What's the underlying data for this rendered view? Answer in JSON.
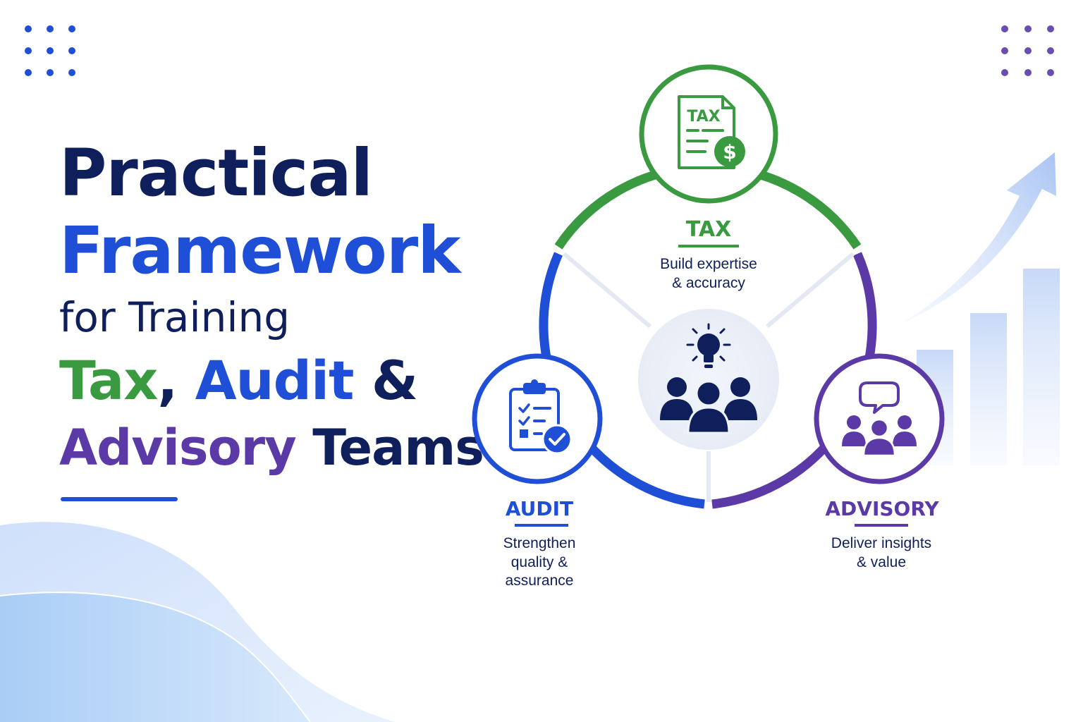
{
  "title": {
    "line1": "Practical",
    "line2": "Framework",
    "line3": "for Training",
    "line4": {
      "part1": "Tax",
      "part2": ", ",
      "part3": "Audit",
      "part4": " &"
    },
    "line5": {
      "part1": "Advisory",
      "part2": " Teams"
    }
  },
  "nodes": {
    "tax": {
      "icon_text": "TAX",
      "label": "TAX",
      "desc_line1": "Build expertise",
      "desc_line2": "& accuracy"
    },
    "audit": {
      "label": "AUDIT",
      "desc_line1": "Strengthen",
      "desc_line2": "quality &",
      "desc_line3": "assurance"
    },
    "advisory": {
      "label": "ADVISORY",
      "desc_line1": "Deliver insights",
      "desc_line2": "& value"
    }
  },
  "colors": {
    "navy": "#0f1f5c",
    "green": "#3a9a3f",
    "blue": "#1f4fd6",
    "purple": "#5b3aa8"
  },
  "icons": {
    "tax": "tax-document-dollar-icon",
    "audit": "clipboard-checklist-icon",
    "advisory": "speech-bubble-people-icon",
    "center": "lightbulb-team-icon"
  }
}
